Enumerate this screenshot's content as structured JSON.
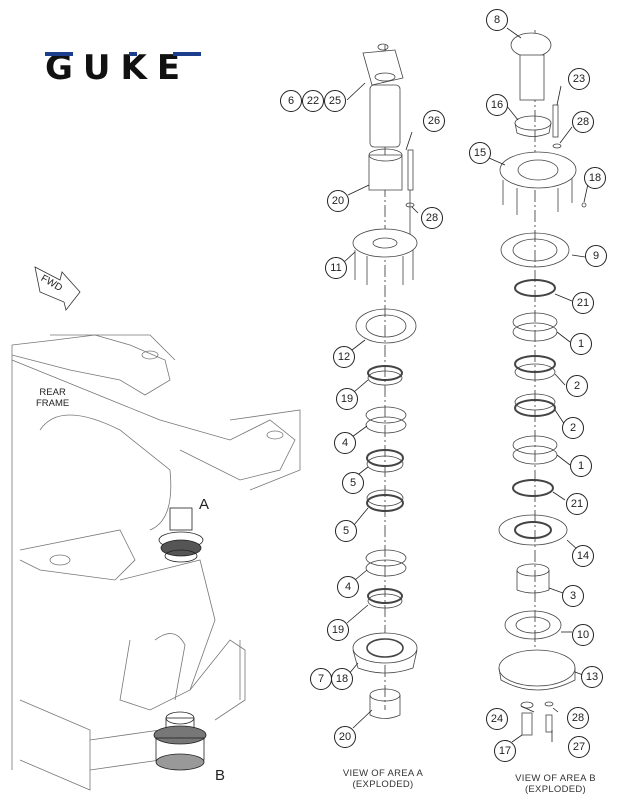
{
  "brand": {
    "logo_text": "GUKE",
    "logo_colors": {
      "top_accent": "#1d3e8c",
      "body": "#111111"
    }
  },
  "overview": {
    "fwd_arrow_label": "FWD",
    "frame_label_line1": "REAR",
    "frame_label_line2": "FRAME",
    "area_a_label": "A",
    "area_b_label": "B"
  },
  "view_a": {
    "caption_line1": "VIEW OF AREA A",
    "caption_line2": "(EXPLODED)",
    "callouts": [
      "6",
      "22",
      "25",
      "26",
      "20",
      "28",
      "11",
      "12",
      "19",
      "4",
      "5",
      "5",
      "4",
      "19",
      "7",
      "18",
      "20"
    ]
  },
  "view_b": {
    "caption_line1": "VIEW OF AREA B",
    "caption_line2": "(EXPLODED)",
    "callouts": [
      "8",
      "23",
      "16",
      "28",
      "15",
      "18",
      "9",
      "21",
      "1",
      "2",
      "2",
      "1",
      "21",
      "14",
      "3",
      "10",
      "13",
      "24",
      "28",
      "17",
      "27"
    ]
  },
  "line_color": "#333333"
}
